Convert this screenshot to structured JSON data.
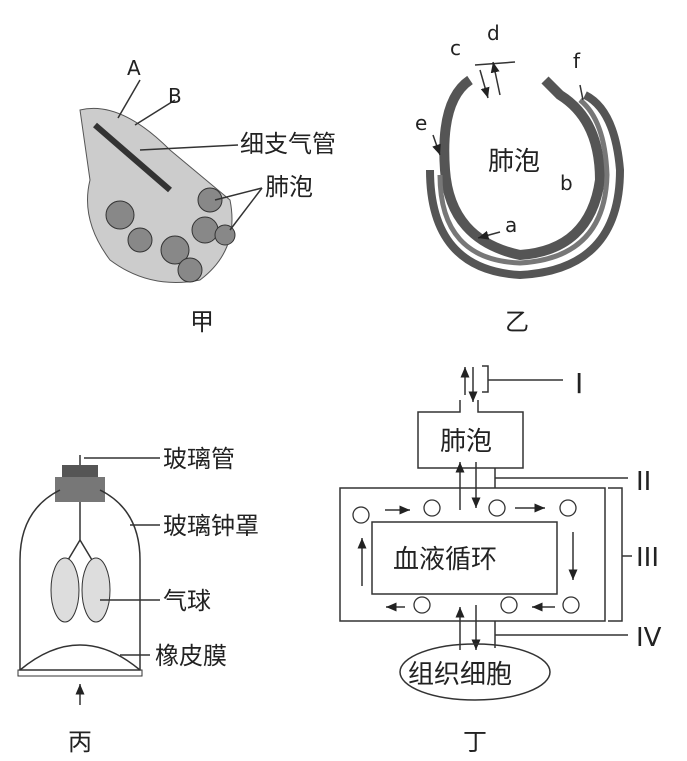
{
  "panel_jia": {
    "caption": "甲",
    "labels": {
      "a": "A",
      "b": "B",
      "bronchiole": "细支气管",
      "alveoli": "肺泡"
    }
  },
  "panel_yi": {
    "caption": "乙",
    "labels": {
      "a": "a",
      "b": "b",
      "c": "c",
      "d": "d",
      "e": "e",
      "f": "f",
      "alveolus": "肺泡"
    }
  },
  "panel_bing": {
    "caption": "丙",
    "labels": {
      "tube": "玻璃管",
      "bell": "玻璃钟罩",
      "balloon": "气球",
      "membrane": "橡皮膜"
    }
  },
  "panel_ding": {
    "caption": "丁",
    "labels": {
      "alveolus": "肺泡",
      "circulation": "血液循环",
      "tissue": "组织细胞",
      "i": "I",
      "ii": "II",
      "iii": "III",
      "iv": "IV"
    }
  }
}
